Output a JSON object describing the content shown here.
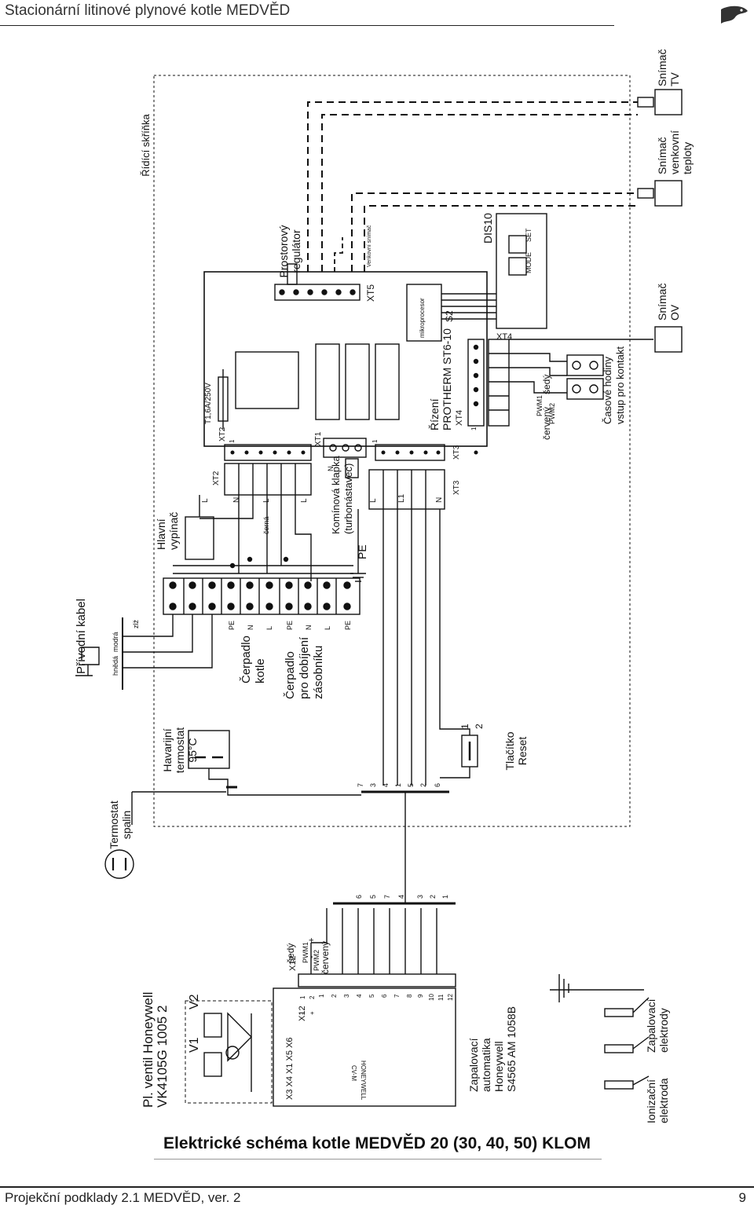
{
  "header": {
    "title": "Stacionární litinové plynové kotle MEDVĚD",
    "logo": "protherm"
  },
  "diagram": {
    "control_box": "Řídící skříňka",
    "supply_cable": "Přívodní kabel",
    "supply_cable_wires": [
      "hnědá",
      "modrá",
      "zlž"
    ],
    "main_switch": [
      "Hlavní",
      "vypínač"
    ],
    "pump_boiler": [
      "Čerpadlo",
      "kotle"
    ],
    "pump_tank": [
      "Čerpadlo",
      "pro dobíjení",
      "zásobníku"
    ],
    "terminal_labels": [
      "PE",
      "N",
      "L",
      "PE",
      "N",
      "L",
      "PE"
    ],
    "xt2_labels": [
      "L",
      "N",
      "L",
      "L"
    ],
    "wire_color_black": "černá",
    "chimney_flap": [
      "Komínová klapka",
      "(turbonástavec)"
    ],
    "pe_label": "PE",
    "xt3_labels": [
      "L",
      "L1",
      "N"
    ],
    "emergency_thermostat": [
      "Havarijní",
      "termostat",
      "95°C"
    ],
    "reset_button": [
      "Tlačítko",
      "Reset"
    ],
    "reset_contacts": [
      "1",
      "2"
    ],
    "harness_pins": [
      "7",
      "3",
      "4",
      "1",
      "5",
      "2",
      "6"
    ],
    "flue_thermostat": [
      "Termostat",
      "spalin"
    ],
    "board_name": [
      "Řízení",
      "PROTHERM  ST6-10"
    ],
    "fuse": "T1,6A/250V",
    "connectors": [
      "XT1",
      "XT2",
      "XT3",
      "XT4",
      "XT5",
      "S2"
    ],
    "xt1_label": "XT1",
    "xt2_label": "XT2",
    "xt3_label": "XT3",
    "xt4_label": "XT4",
    "xt5_label": "XT5",
    "s2_label": "S2",
    "n_label": "N",
    "pin_one": "1",
    "microprocessor": "mikroprocesor",
    "room_regulator": [
      "Prostorový",
      "regulátor"
    ],
    "outdoor_sensor_small": "Venkovní snímač",
    "display": "DIS10",
    "display_buttons": [
      "MODE",
      "SET"
    ],
    "pwm_labels": [
      "PWM1",
      "PWM2"
    ],
    "wire_colors": [
      "šedý",
      "červený"
    ],
    "clock": [
      "Časové hodiny",
      "vstup pro kontakt"
    ],
    "sensor_ov": [
      "Snímač",
      "OV"
    ],
    "sensor_outdoor": [
      "Snímač",
      "venkovní",
      "teploty"
    ],
    "sensor_tv": [
      "Snímač",
      "TV"
    ],
    "gas_valve": [
      "Pl. ventil Honeywell",
      "VK4105G 1005 2"
    ],
    "valves": [
      "V1",
      "V2"
    ],
    "ignition_unit": [
      "Zapalovací",
      "automatika",
      "Honeywell",
      "S4565 AM 1058B"
    ],
    "x_labels": "X3  X4  X1  X5  X6",
    "x12_label": "X12",
    "honeywell_box": "HONEYWELL",
    "cvm_box": "CV-M",
    "x12_pins": [
      "1",
      "2",
      "3",
      "4",
      "5",
      "6",
      "7",
      "8",
      "9",
      "10",
      "11",
      "12"
    ],
    "x12_small": [
      "1",
      "-",
      "2",
      "+"
    ],
    "bundle_pins": [
      "6",
      "5",
      "7",
      "4",
      "3",
      "2",
      "1"
    ],
    "pwm_signs": [
      "-",
      "+"
    ],
    "ionization": [
      "Ionizační",
      "elektroda"
    ],
    "ignition_electrodes": [
      "Zapalovací",
      "elektrody"
    ]
  },
  "caption": "Elektrické schéma kotle MEDVĚD 20 (30, 40, 50) KLOM",
  "footer": {
    "text": "Projekční podklady 2.1 MEDVĚD, ver. 2",
    "page": "9"
  }
}
